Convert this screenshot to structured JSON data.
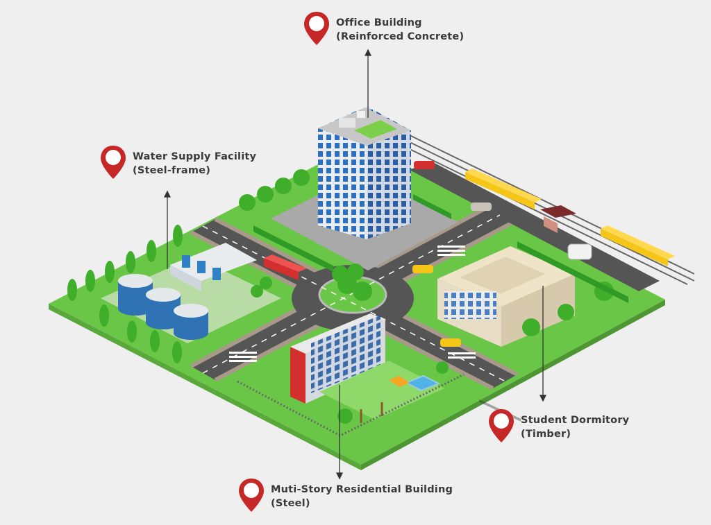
{
  "callouts": {
    "office": {
      "line1": "Office Building",
      "line2": "(Reinforced Concrete)"
    },
    "water": {
      "line1": "Water Supply Facility",
      "line2": "(Steel-frame)"
    },
    "dormitory": {
      "line1": "Student Dormitory",
      "line2": "(Timber)"
    },
    "residential": {
      "line1": "Muti-Story Residential Building",
      "line2": "(Steel)"
    }
  },
  "icons": {
    "pin": "map-pin-icon"
  },
  "colors": {
    "background": "#efefef",
    "pin": "#c62828",
    "grass": "#7ed957",
    "road": "#4d4d4d",
    "label": "#3a3a3a"
  }
}
